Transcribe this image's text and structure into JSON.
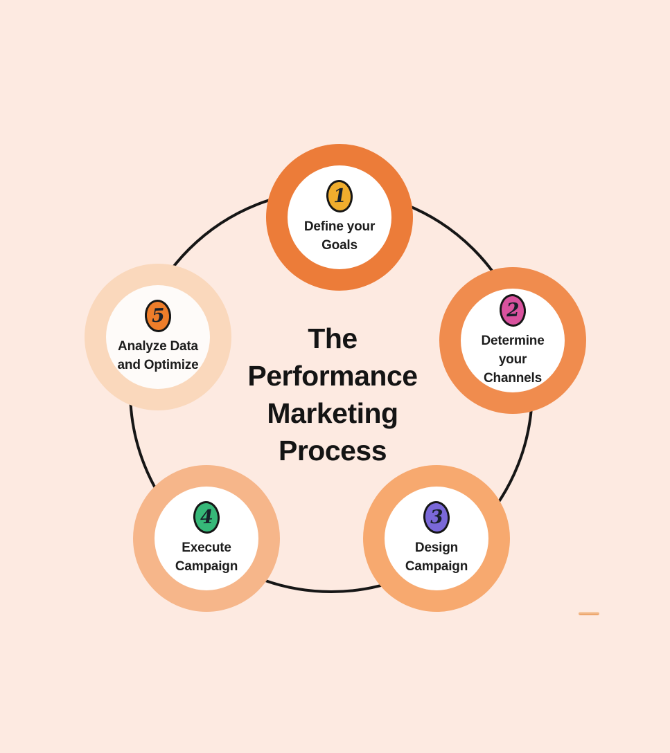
{
  "background_color": "#fdeae1",
  "title": {
    "lines": [
      "The",
      "Performance",
      "Marketing",
      "Process"
    ],
    "color": "#141414"
  },
  "connector": {
    "color": "#161616"
  },
  "steps": [
    {
      "number": "1",
      "lines": [
        "Define your",
        "Goals"
      ],
      "ring_color": "#ec7c39",
      "badge_color": "#f0ad2d"
    },
    {
      "number": "2",
      "lines": [
        "Determine",
        "your",
        "Channels"
      ],
      "ring_color": "#f08c4e",
      "badge_color": "#d9529e"
    },
    {
      "number": "3",
      "lines": [
        "Design",
        "Campaign"
      ],
      "ring_color": "#f7a96f",
      "badge_color": "#7a68d8"
    },
    {
      "number": "4",
      "lines": [
        "Execute",
        "Campaign"
      ],
      "ring_color": "#f6b68a",
      "badge_color": "#36b878"
    },
    {
      "number": "5",
      "lines": [
        "Analyze Data",
        "and Optimize"
      ],
      "ring_color": "#fad8bc",
      "badge_color": "#ee7d2a"
    }
  ],
  "decor": {
    "dash_color": "#ea9a5c"
  }
}
